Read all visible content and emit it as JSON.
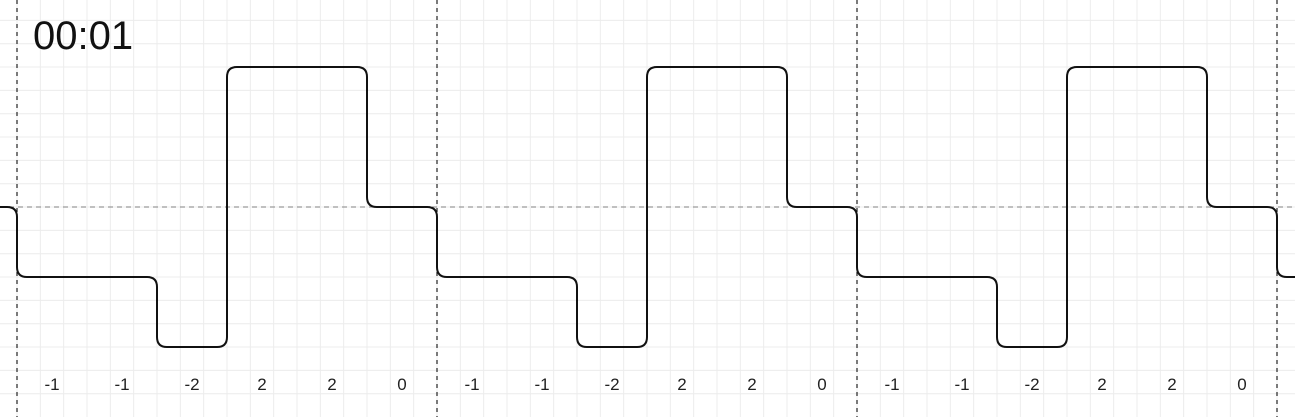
{
  "timer": "00:01",
  "chart_data": {
    "type": "line",
    "title": "",
    "xlabel": "",
    "ylabel": "",
    "symbols": [
      "-1",
      "-1",
      "-2",
      "2",
      "2",
      "0"
    ],
    "repeats": 3,
    "levels": {
      "-2": -2,
      "-1": -1,
      "0": 0,
      "2": 2
    },
    "ylim": [
      -2.1,
      2.4
    ],
    "grid": true,
    "baseline": 0
  }
}
